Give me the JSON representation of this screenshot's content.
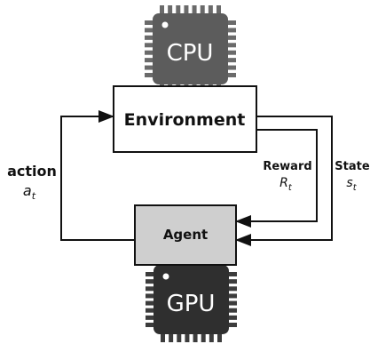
{
  "cpu": {
    "label": "CPU",
    "icon": "cpu-chip-icon",
    "color": "#5c5c5c",
    "pin_color": "#6a6a6a"
  },
  "gpu": {
    "label": "GPU",
    "icon": "gpu-chip-icon",
    "color": "#2f2f2f",
    "pin_color": "#3c3c3c"
  },
  "environment": {
    "label": "Environment",
    "fill": "#ffffff"
  },
  "agent": {
    "label": "Agent",
    "fill": "#cfcfcf"
  },
  "action": {
    "label": "action",
    "symbol": "a",
    "subscript": "t"
  },
  "reward": {
    "label": "Reward",
    "symbol": "R",
    "subscript": "t"
  },
  "state": {
    "label": "State",
    "symbol": "s",
    "subscript": "t"
  }
}
